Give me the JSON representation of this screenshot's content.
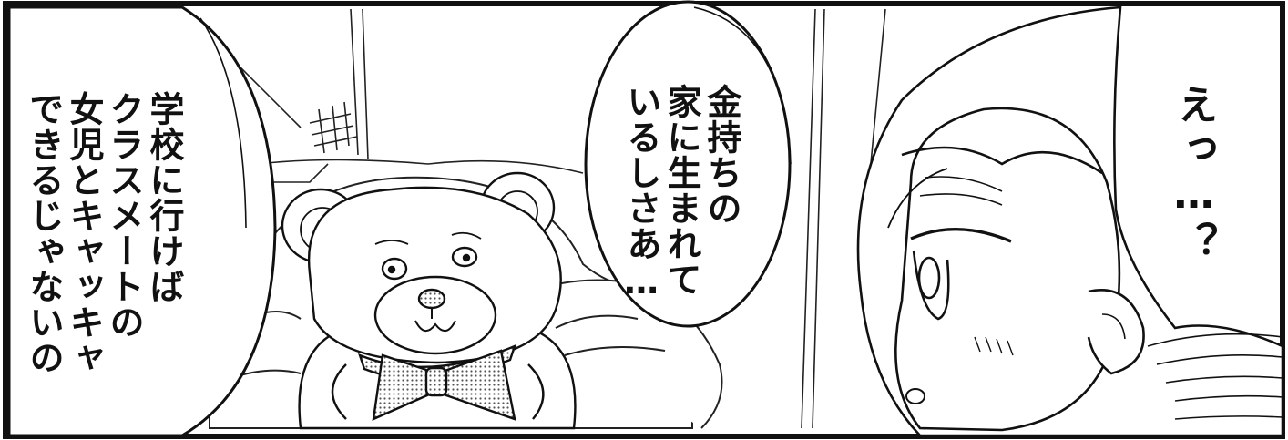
{
  "panel": {
    "speech_left": [
      "学校に行けば",
      "クラスメートの",
      "女児とキャッキャ",
      "できるじゃないの"
    ],
    "speech_middle": [
      "金持ちの",
      "家に生まれて",
      "いるしさあ…"
    ],
    "speech_right": [
      "えっ…？"
    ]
  },
  "colors": {
    "ink": "#111111",
    "paper": "#ffffff",
    "screentone": "#8a8a8a"
  }
}
